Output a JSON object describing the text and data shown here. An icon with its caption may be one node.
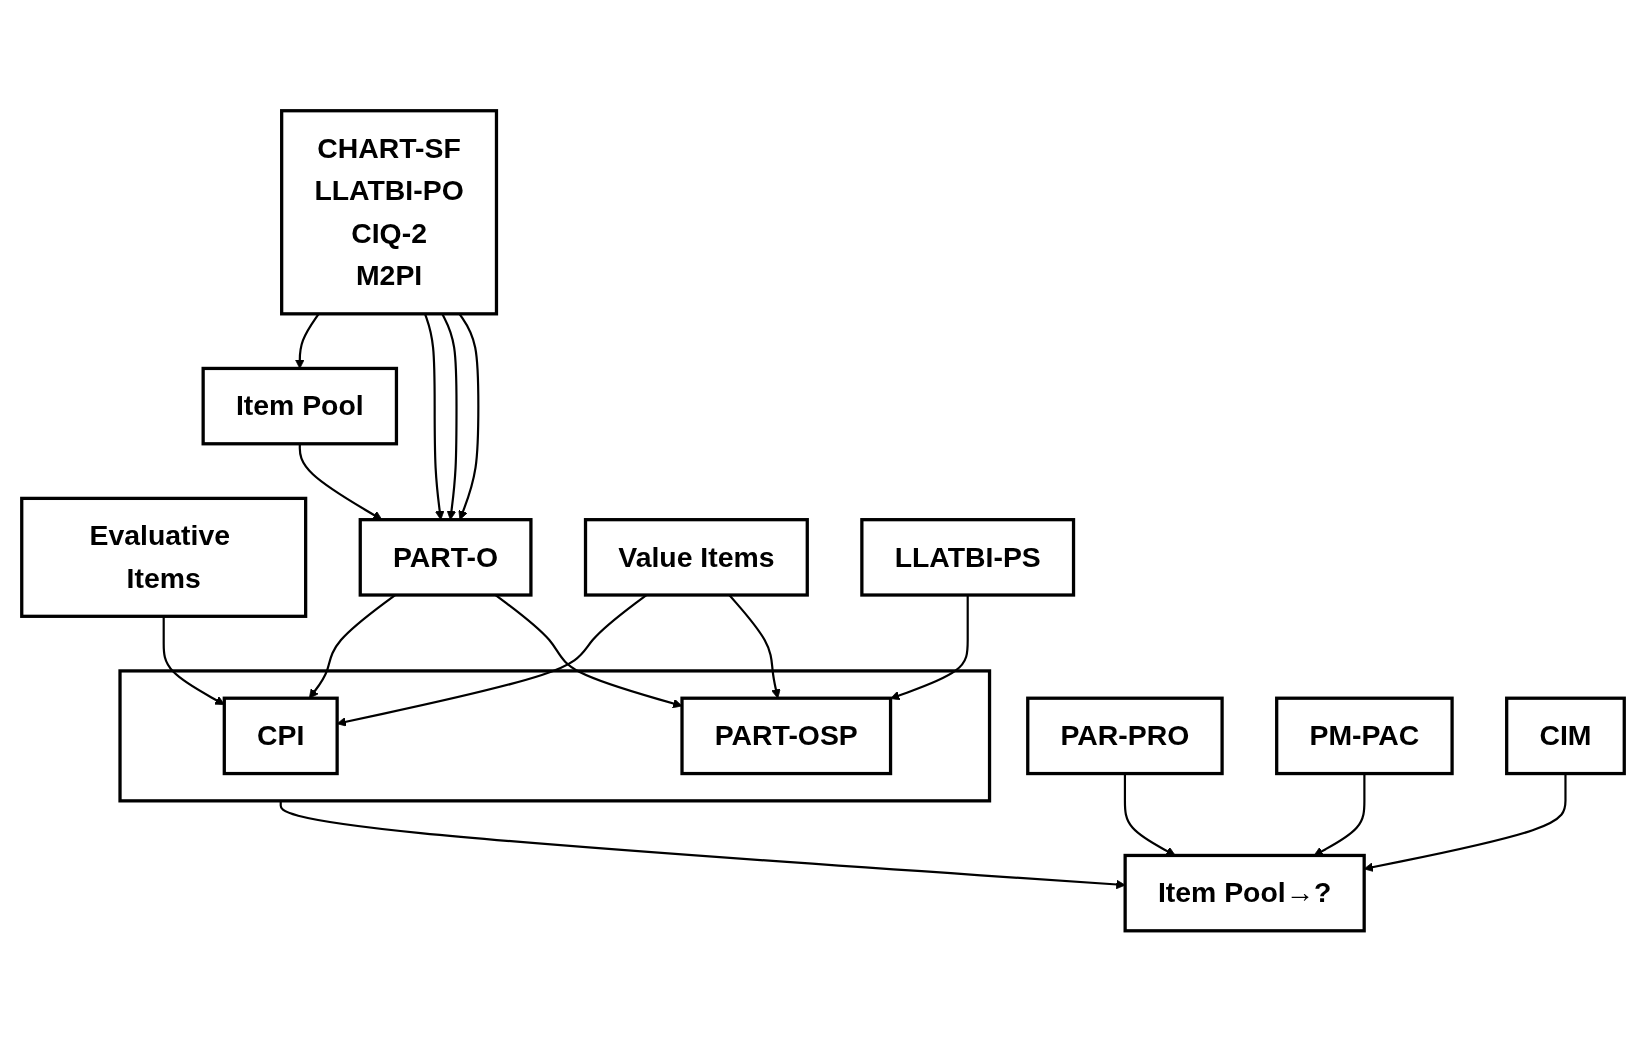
{
  "diagram": {
    "nodes": [
      {
        "text": [
          "CHART-SF",
          "LLATBI-PO",
          "CIQ-2",
          "M2PI"
        ]
      },
      {
        "text": [
          "Item Pool"
        ]
      },
      {
        "text": [
          "Evaluative Items"
        ]
      },
      {
        "text": [
          "PART-O"
        ]
      },
      {
        "text": [],
        "shape": "box"
      },
      {
        "text": [
          "CPI"
        ],
        "in": 4
      },
      {
        "text": [
          "Value Items"
        ]
      },
      {
        "text": [
          "PART-OSP"
        ],
        "in": 4
      },
      {
        "text": [
          "LLATBI-PS"
        ]
      },
      {
        "text": [
          "PAR-PRO"
        ]
      },
      {
        "text": [
          "PM-PAC"
        ]
      },
      {
        "text": [
          "CIM"
        ]
      },
      {
        "text": [
          "Item Pool→?"
        ]
      }
    ],
    "edges": [
      {
        "from": 0,
        "to": 1,
        "arrow": "to"
      },
      {
        "from": 1,
        "to": 3,
        "arrow": "to"
      },
      {
        "from": 0,
        "to": 3,
        "arrow": "to"
      },
      {
        "from": 0,
        "to": 3,
        "arrow": "to"
      },
      {
        "from": 0,
        "to": 3,
        "arrow": "to"
      },
      {
        "from": 3,
        "to": 5,
        "arrow": "to"
      },
      {
        "from": 3,
        "to": 7,
        "arrow": "to"
      },
      {
        "from": 2,
        "to": 5,
        "arrow": "to"
      },
      {
        "from": 6,
        "to": 5,
        "arrow": "to"
      },
      {
        "from": 6,
        "to": 7,
        "arrow": "to"
      },
      {
        "from": 8,
        "to": 7,
        "arrow": "to"
      },
      {
        "from": 4,
        "to": 12,
        "arrow": "to"
      },
      {
        "from": 9,
        "to": 12,
        "arrow": "to"
      },
      {
        "from": 10,
        "to": 12,
        "arrow": "to"
      },
      {
        "from": 11,
        "to": 12,
        "arrow": "to"
      }
    ]
  }
}
